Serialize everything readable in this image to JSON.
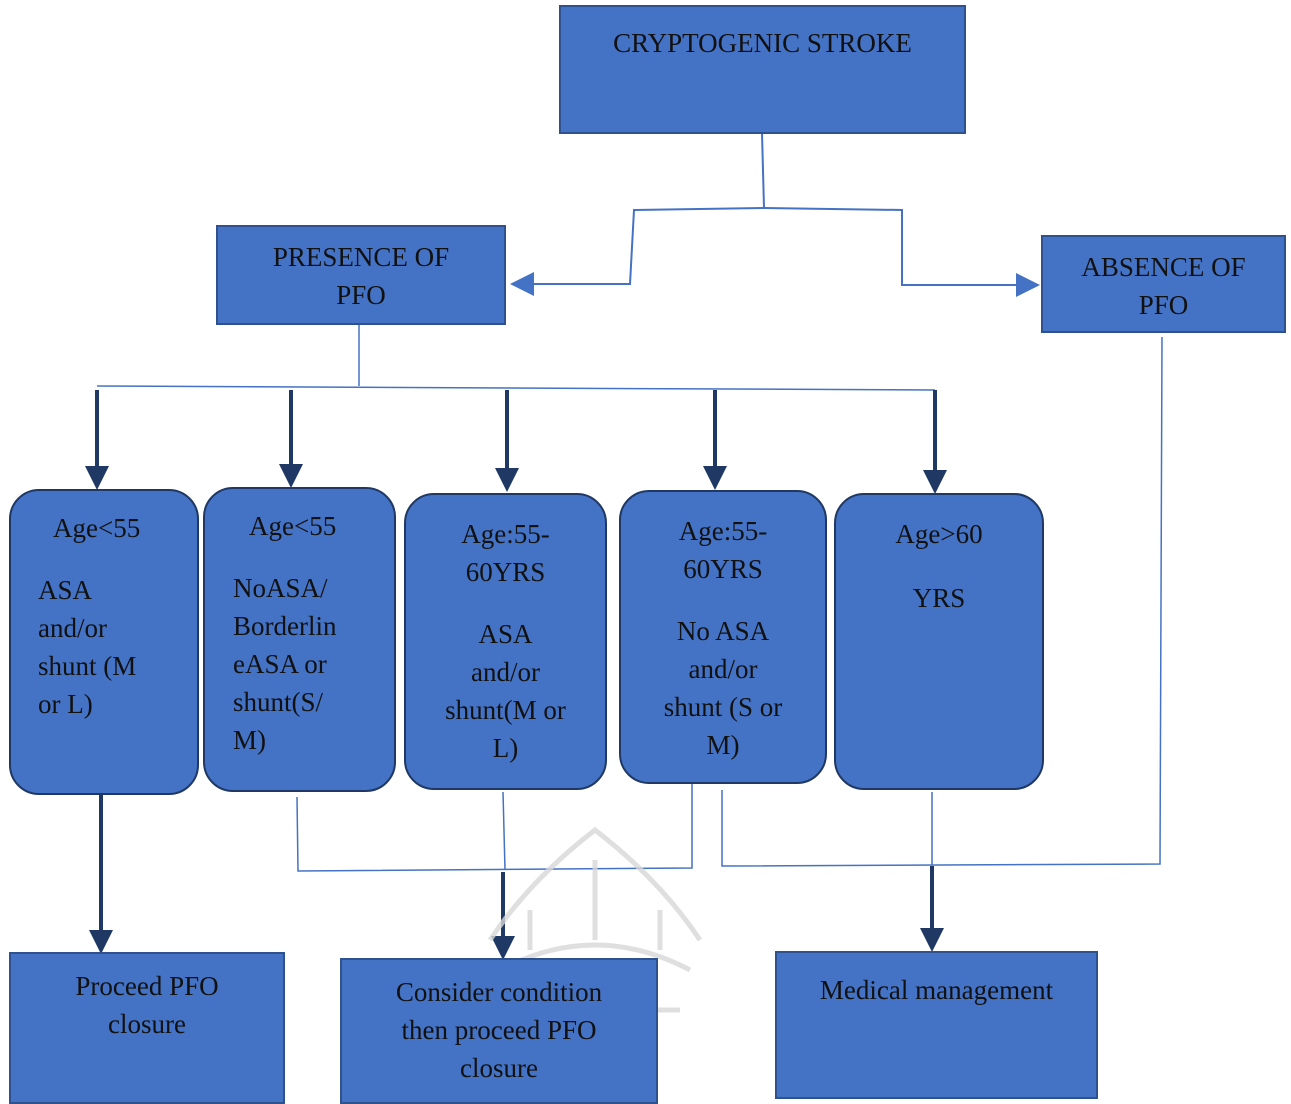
{
  "diagram": {
    "top_box": {
      "label": "CRYPTOGENIC STROKE"
    },
    "presence_box": {
      "label": "PRESENCE OF\nPFO"
    },
    "absence_box": {
      "label": "ABSENCE OF\nPFO"
    },
    "criteria": [
      {
        "age": "Age<55",
        "detail": "ASA\nand/or\nshunt (M\nor L)"
      },
      {
        "age": "Age<55",
        "detail": "NoASA/\nBorderlin\neASA or\nshunt(S/\nM)"
      },
      {
        "age": "Age:55-\n60YRS",
        "detail": "ASA\nand/or\nshunt(M or\nL)"
      },
      {
        "age": "Age:55-\n60YRS",
        "detail": "No ASA\nand/or\nshunt (S or\nM)"
      },
      {
        "age": "Age>60",
        "detail": "YRS"
      }
    ],
    "outcomes": [
      {
        "label": "Proceed PFO\nclosure"
      },
      {
        "label": "Consider condition\nthen proceed PFO\nclosure"
      },
      {
        "label": "Medical management"
      }
    ],
    "colors": {
      "box_fill": "#4472c4",
      "box_border": "#2f528f",
      "connector": "#4472c4",
      "arrow": "#1f3864"
    }
  }
}
